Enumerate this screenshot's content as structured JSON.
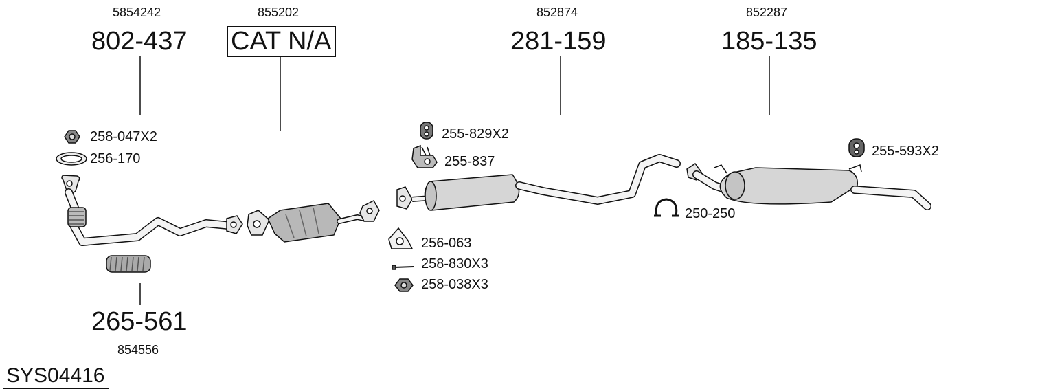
{
  "diagram_id": "SYS04416",
  "main_parts": [
    {
      "oem": "5854242",
      "part": "802-437",
      "boxed": false
    },
    {
      "oem": "855202",
      "part": "CAT N/A",
      "boxed": true
    },
    {
      "oem": "852874",
      "part": "281-159",
      "boxed": false
    },
    {
      "oem": "852287",
      "part": "185-135",
      "boxed": false
    },
    {
      "oem": "854556",
      "part": "265-561",
      "boxed": false
    }
  ],
  "accessories": [
    {
      "label": "258-047X2",
      "icon": "nut-icon"
    },
    {
      "label": "256-170",
      "icon": "gasket-ring-icon"
    },
    {
      "label": "255-829X2",
      "icon": "rubber-hanger-icon"
    },
    {
      "label": "255-837",
      "icon": "mounting-bracket-icon"
    },
    {
      "label": "256-063",
      "icon": "flange-gasket-icon"
    },
    {
      "label": "258-830X3",
      "icon": "bolt-icon"
    },
    {
      "label": "258-038X3",
      "icon": "nut-icon"
    },
    {
      "label": "250-250",
      "icon": "clamp-icon"
    },
    {
      "label": "255-593X2",
      "icon": "rubber-mount-icon"
    }
  ]
}
